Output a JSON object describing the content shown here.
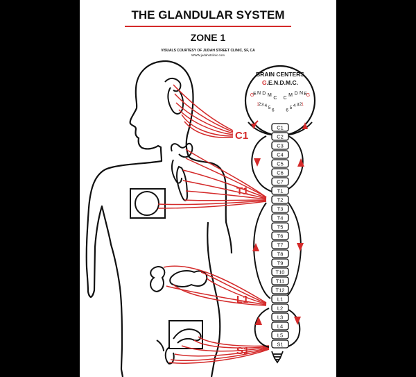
{
  "header": {
    "title": "THE GLANDULAR SYSTEM",
    "subtitle": "ZONE 1",
    "credit": "VISUALS COURTESY OF JUDAH STREET CLINIC, SF, CA",
    "url": "WWW.judahstclinic.com"
  },
  "brain": {
    "heading": "BRAIN CENTERS",
    "code_first": "G",
    "code_rest": ".E.N.D.M.C.",
    "arc_letters": [
      "G",
      "E",
      "N",
      "D",
      "M",
      "C"
    ],
    "arc_numbers": [
      "1",
      "2",
      "3",
      "4",
      "5",
      "6"
    ]
  },
  "zones": {
    "c1": "C1",
    "t1": "T1",
    "l1": "L1",
    "s1": "S1"
  },
  "vertebrae": [
    "C1",
    "C2",
    "C3",
    "C4",
    "C5",
    "C6",
    "C7",
    "T1",
    "T2",
    "T3",
    "T4",
    "T5",
    "T6",
    "T7",
    "T8",
    "T9",
    "T10",
    "T11",
    "T12",
    "L1",
    "L2",
    "L3",
    "L4",
    "L5",
    "S1"
  ],
  "colors": {
    "accent": "#d42a2a",
    "ink": "#111111",
    "background": "#000000",
    "poster": "#ffffff"
  }
}
